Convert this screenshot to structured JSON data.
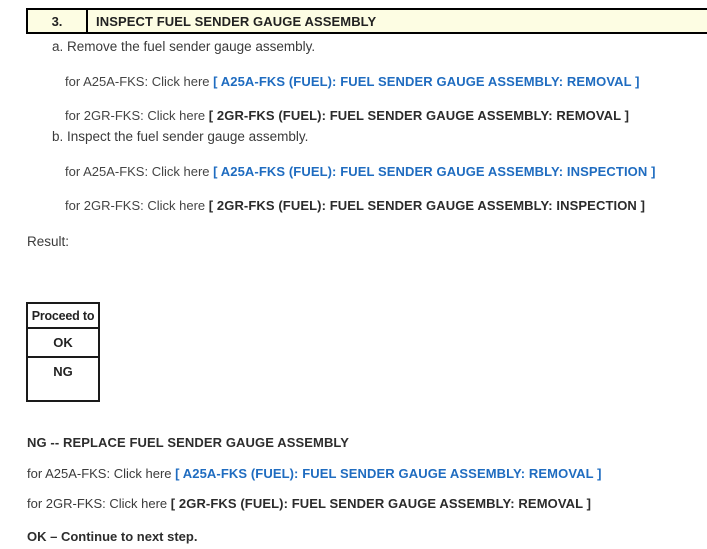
{
  "step_header": {
    "number": "3.",
    "title": "INSPECT FUEL SENDER GAUGE ASSEMBLY",
    "background_color": "#fdfde3",
    "border_color": "#000000"
  },
  "colors": {
    "link_blue": "#1f6cc0",
    "link_dark": "#2b2b2b",
    "body_text": "#3b3b3b"
  },
  "sub_steps": [
    {
      "label": "a. Remove the fuel sender gauge assembly.",
      "links": [
        {
          "lead": "for A25A-FKS: Click here ",
          "text": "[ A25A-FKS (FUEL): FUEL SENDER GAUGE ASSEMBLY: REMOVAL ]",
          "style": "blue"
        },
        {
          "lead": "for 2GR-FKS: Click here ",
          "text": "[ 2GR-FKS (FUEL): FUEL SENDER GAUGE ASSEMBLY: REMOVAL ]",
          "style": "dark"
        }
      ]
    },
    {
      "label": "b. Inspect the fuel sender gauge assembly.",
      "links": [
        {
          "lead": "for A25A-FKS: Click here ",
          "text": "[ A25A-FKS (FUEL): FUEL SENDER GAUGE ASSEMBLY: INSPECTION ]",
          "style": "blue"
        },
        {
          "lead": "for 2GR-FKS: Click here ",
          "text": "[ 2GR-FKS (FUEL): FUEL SENDER GAUGE ASSEMBLY: INSPECTION ]",
          "style": "dark"
        }
      ]
    }
  ],
  "result": {
    "label": "Result:",
    "table": {
      "header": "Proceed to",
      "rows": [
        "OK",
        "NG"
      ]
    }
  },
  "bottom": {
    "ng_heading": "NG -- REPLACE FUEL SENDER GAUGE ASSEMBLY",
    "links": [
      {
        "lead": "for A25A-FKS: Click here ",
        "text": "[ A25A-FKS (FUEL): FUEL SENDER GAUGE ASSEMBLY: REMOVAL ]",
        "style": "blue"
      },
      {
        "lead": "for 2GR-FKS: Click here ",
        "text": "[ 2GR-FKS (FUEL): FUEL SENDER GAUGE ASSEMBLY: REMOVAL ]",
        "style": "dark"
      }
    ],
    "ok_heading": "OK – Continue to next step."
  }
}
